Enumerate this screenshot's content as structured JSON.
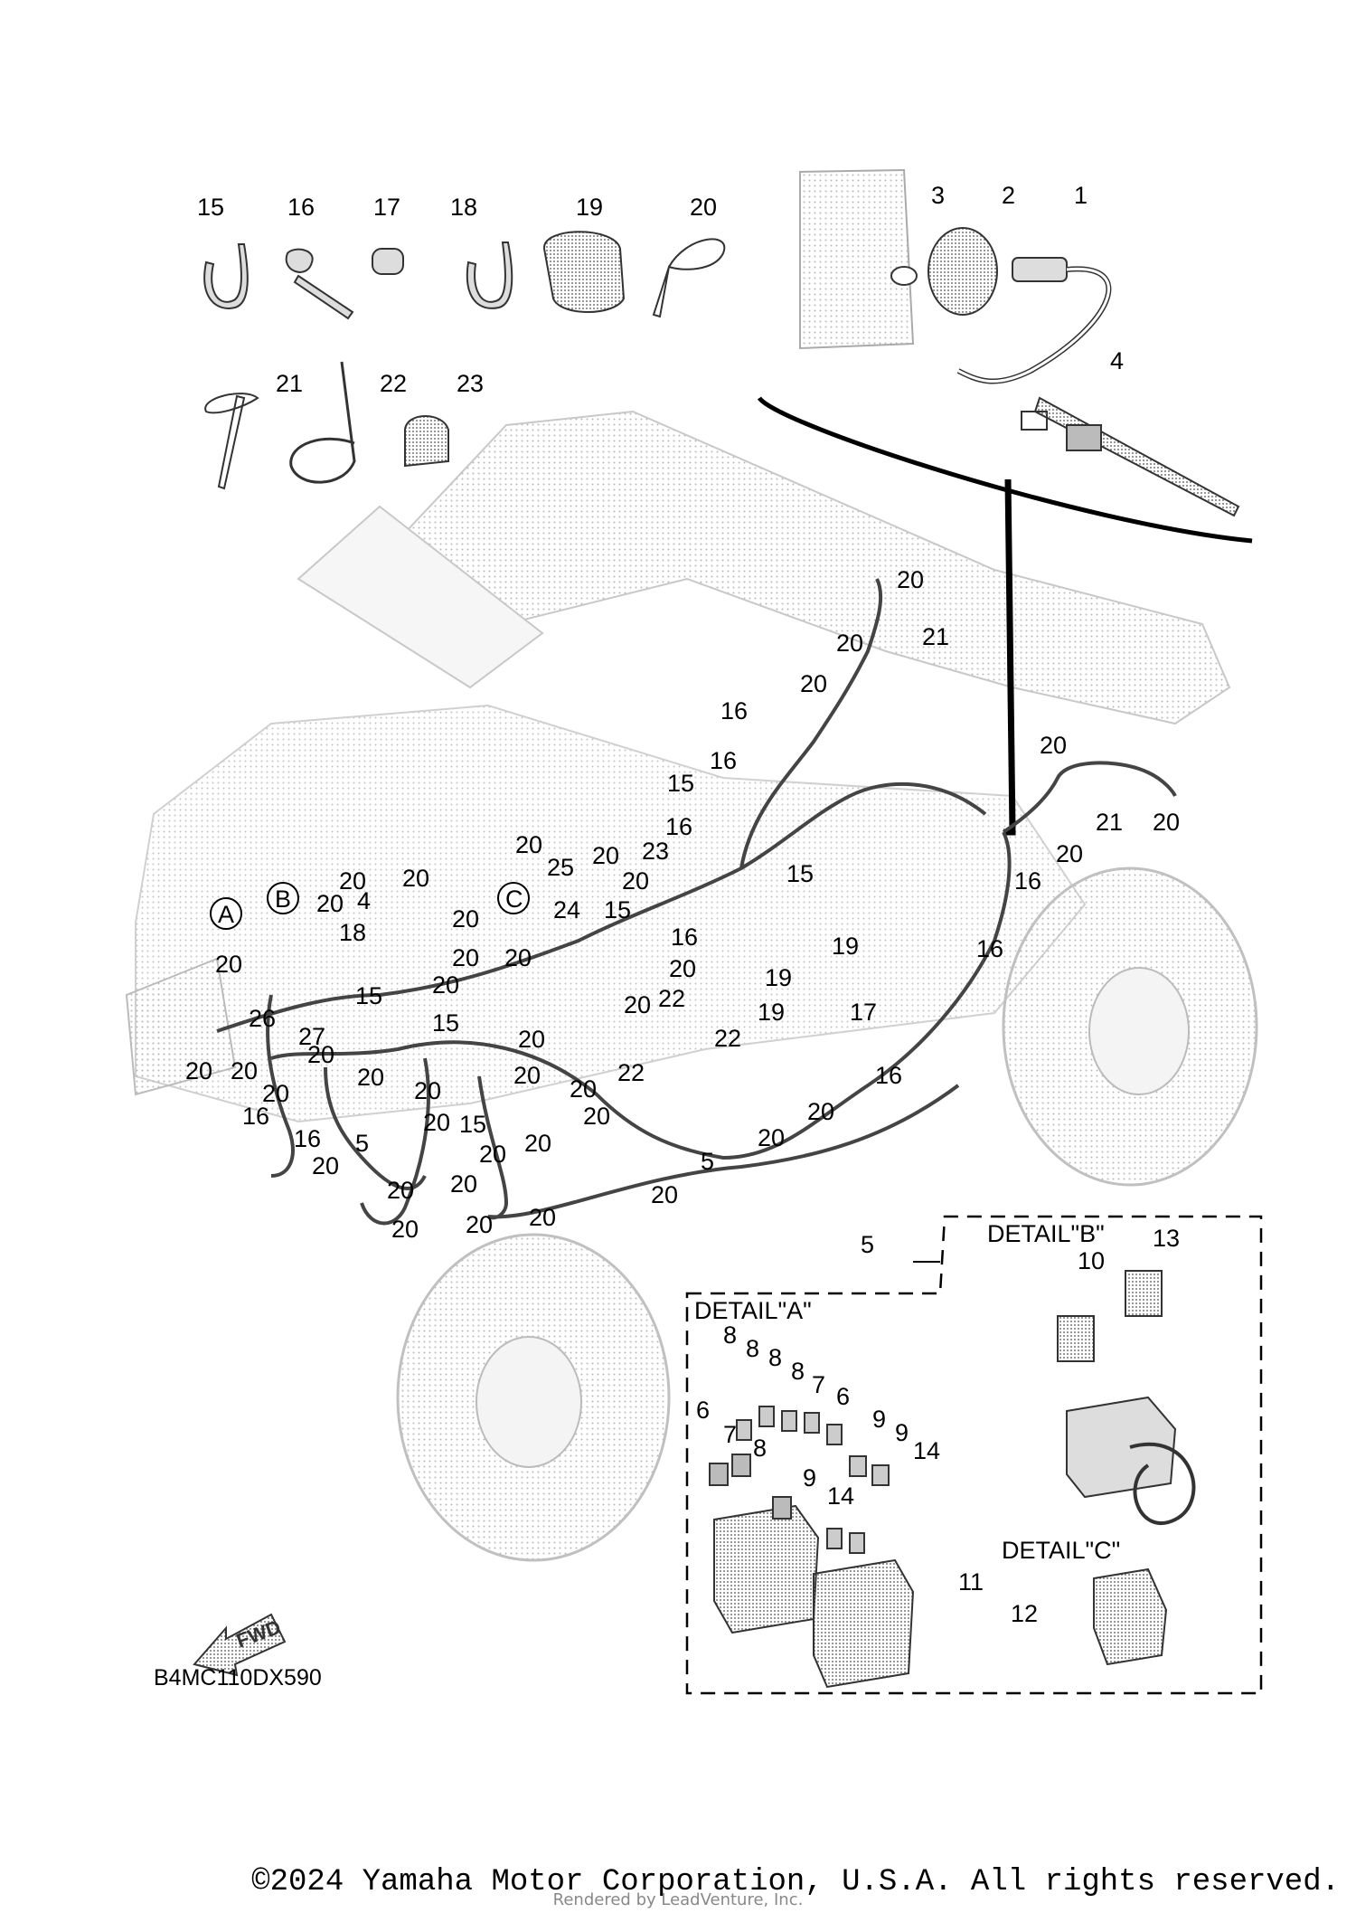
{
  "diagram": {
    "code": "B4MC110DX590",
    "fwd_label": "FWD",
    "detail_a": "DETAIL\"A\"",
    "detail_b": "DETAIL\"B\"",
    "detail_c": "DETAIL\"C\"",
    "circle_a": "A",
    "circle_b": "B",
    "circle_c": "C"
  },
  "parts_legend": [
    "15",
    "16",
    "17",
    "18",
    "19",
    "20",
    "21",
    "22",
    "23"
  ],
  "sensor_callouts": [
    "3",
    "2",
    "1",
    "4"
  ],
  "footer": {
    "copyright": "©2024 Yamaha Motor Corporation, U.S.A. All rights reserved.",
    "rendered_by": "Rendered by LeadVenture, Inc."
  }
}
